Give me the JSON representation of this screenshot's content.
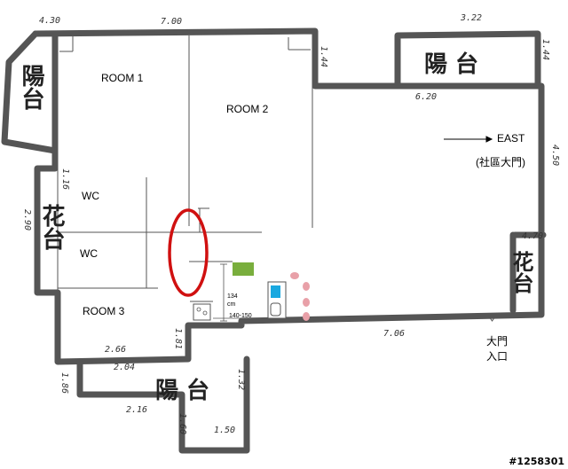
{
  "rooms": {
    "room1": "ROOM 1",
    "room2": "ROOM 2",
    "room3": "ROOM 3",
    "wc_upper": "WC",
    "wc_lower": "WC"
  },
  "orientation": {
    "arrow_label": "EAST",
    "sub_label": "(社區大門)"
  },
  "entrance": {
    "line1": "大門",
    "line2": "入口"
  },
  "areas": {
    "balcony_top_right": "陽 台",
    "balcony_bottom": "陽 台",
    "balcony_left": "陽台",
    "planter_left": "花台",
    "planter_right": "花台"
  },
  "dimensions": {
    "top_wall": "7.00",
    "top_left_corner": "4.30",
    "right_of_room2": "1.44",
    "right_balcony_top": "3.22",
    "right_balcony_side": "1.44",
    "balcony_bottom_edge": "6.20",
    "east_wall": "4.50",
    "planter_top": "4.70",
    "south_wall": "7.06",
    "left_small": "1.16",
    "left_planter": "2.90",
    "room3_bottom": "2.04",
    "room3_bottom_a": "2.66",
    "balcony_left_side": "1.86",
    "balcony_right_side": "1.32",
    "balcony_bottom_line": "2.16",
    "lower_stub": "1.50",
    "lower_side": "1.60",
    "hall_depth": "1.81"
  },
  "hallway": {
    "depth_value": "134",
    "depth_unit": "cm",
    "width_label": "140-150"
  },
  "colors": {
    "wall": "#555555",
    "highlight_circle": "#d01010",
    "green_block": "#79ae3d",
    "blue_block": "#19a8e0",
    "pink_dots": "#e8a0a8"
  },
  "watermark": "#1258301"
}
